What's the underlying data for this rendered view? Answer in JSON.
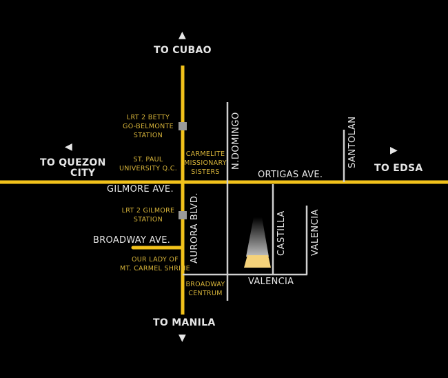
{
  "colors": {
    "background": "#000000",
    "main_road": "#f2c21b",
    "side_road": "#d0d0d0",
    "landmark_text": "#d8b53a",
    "road_text": "#e6e6e6",
    "station": "#9a9a9a"
  },
  "directions": {
    "north": "TO CUBAO",
    "south": "TO MANILA",
    "west_line1": "TO QUEZON",
    "west_line2": "CITY",
    "east": "TO EDSA"
  },
  "roads": {
    "ortigas": "ORTIGAS AVE.",
    "gilmore": "GILMORE AVE.",
    "broadway": "BROADWAY AVE.",
    "aurora": "AURORA BLVD.",
    "n_domingo": "N.DOMINGO",
    "castilla": "CASTILLA",
    "valencia_vertical": "VALENCIA",
    "valencia_horizontal": "VALENCIA",
    "santolan": "SANTOLAN"
  },
  "landmarks": {
    "betty_go": [
      "LRT 2 BETTY",
      "GO-BELMONTE",
      "STATION"
    ],
    "st_paul": [
      "ST. PAUL",
      "UNIVERSITY Q.C."
    ],
    "carmelite": [
      "CARMELITE",
      "MISSIONARY",
      "SISTERS"
    ],
    "gilmore_station": [
      "LRT 2 GILMORE",
      "STATION"
    ],
    "our_lady": [
      "OUR LADY OF",
      "MT. CARMEL SHRINE"
    ],
    "broadway_centrum": [
      "BROADWAY",
      "CENTRUM"
    ]
  }
}
